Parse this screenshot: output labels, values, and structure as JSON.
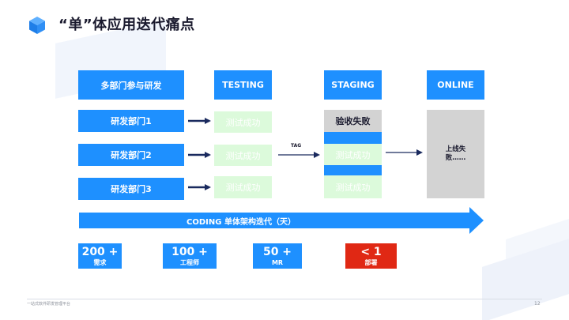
{
  "title": "“单”体应用迭代痛点",
  "headers": {
    "dev": "多部门参与研发",
    "testing": "TESTING",
    "staging": "STAGING",
    "online": "ONLINE"
  },
  "departments": [
    "研发部门1",
    "研发部门2",
    "研发部门3"
  ],
  "testing_results": [
    "测试成功",
    "测试成功",
    "测试成功"
  ],
  "staging": {
    "fail": "验收失败",
    "success": [
      "测试成功",
      "测试成功"
    ]
  },
  "tag_label": "TAG",
  "online_text": "上线失败……",
  "iteration_label": "CODING 单体架构迭代（天）",
  "metrics": [
    {
      "value": "200 +",
      "label": "需求"
    },
    {
      "value": "100 +",
      "label": "工程师"
    },
    {
      "value": "50 +",
      "label": "MR"
    },
    {
      "value": "< 1",
      "label": "部署"
    }
  ],
  "footer": {
    "left": "一站式软件研发管理平台",
    "page": "12"
  },
  "colors": {
    "primary_blue": "#1e90ff",
    "success_green": "#dcfadb",
    "neutral_gray": "#d3d3d3",
    "alert_red": "#e02814",
    "arrow_navy": "#1a2a5e"
  }
}
